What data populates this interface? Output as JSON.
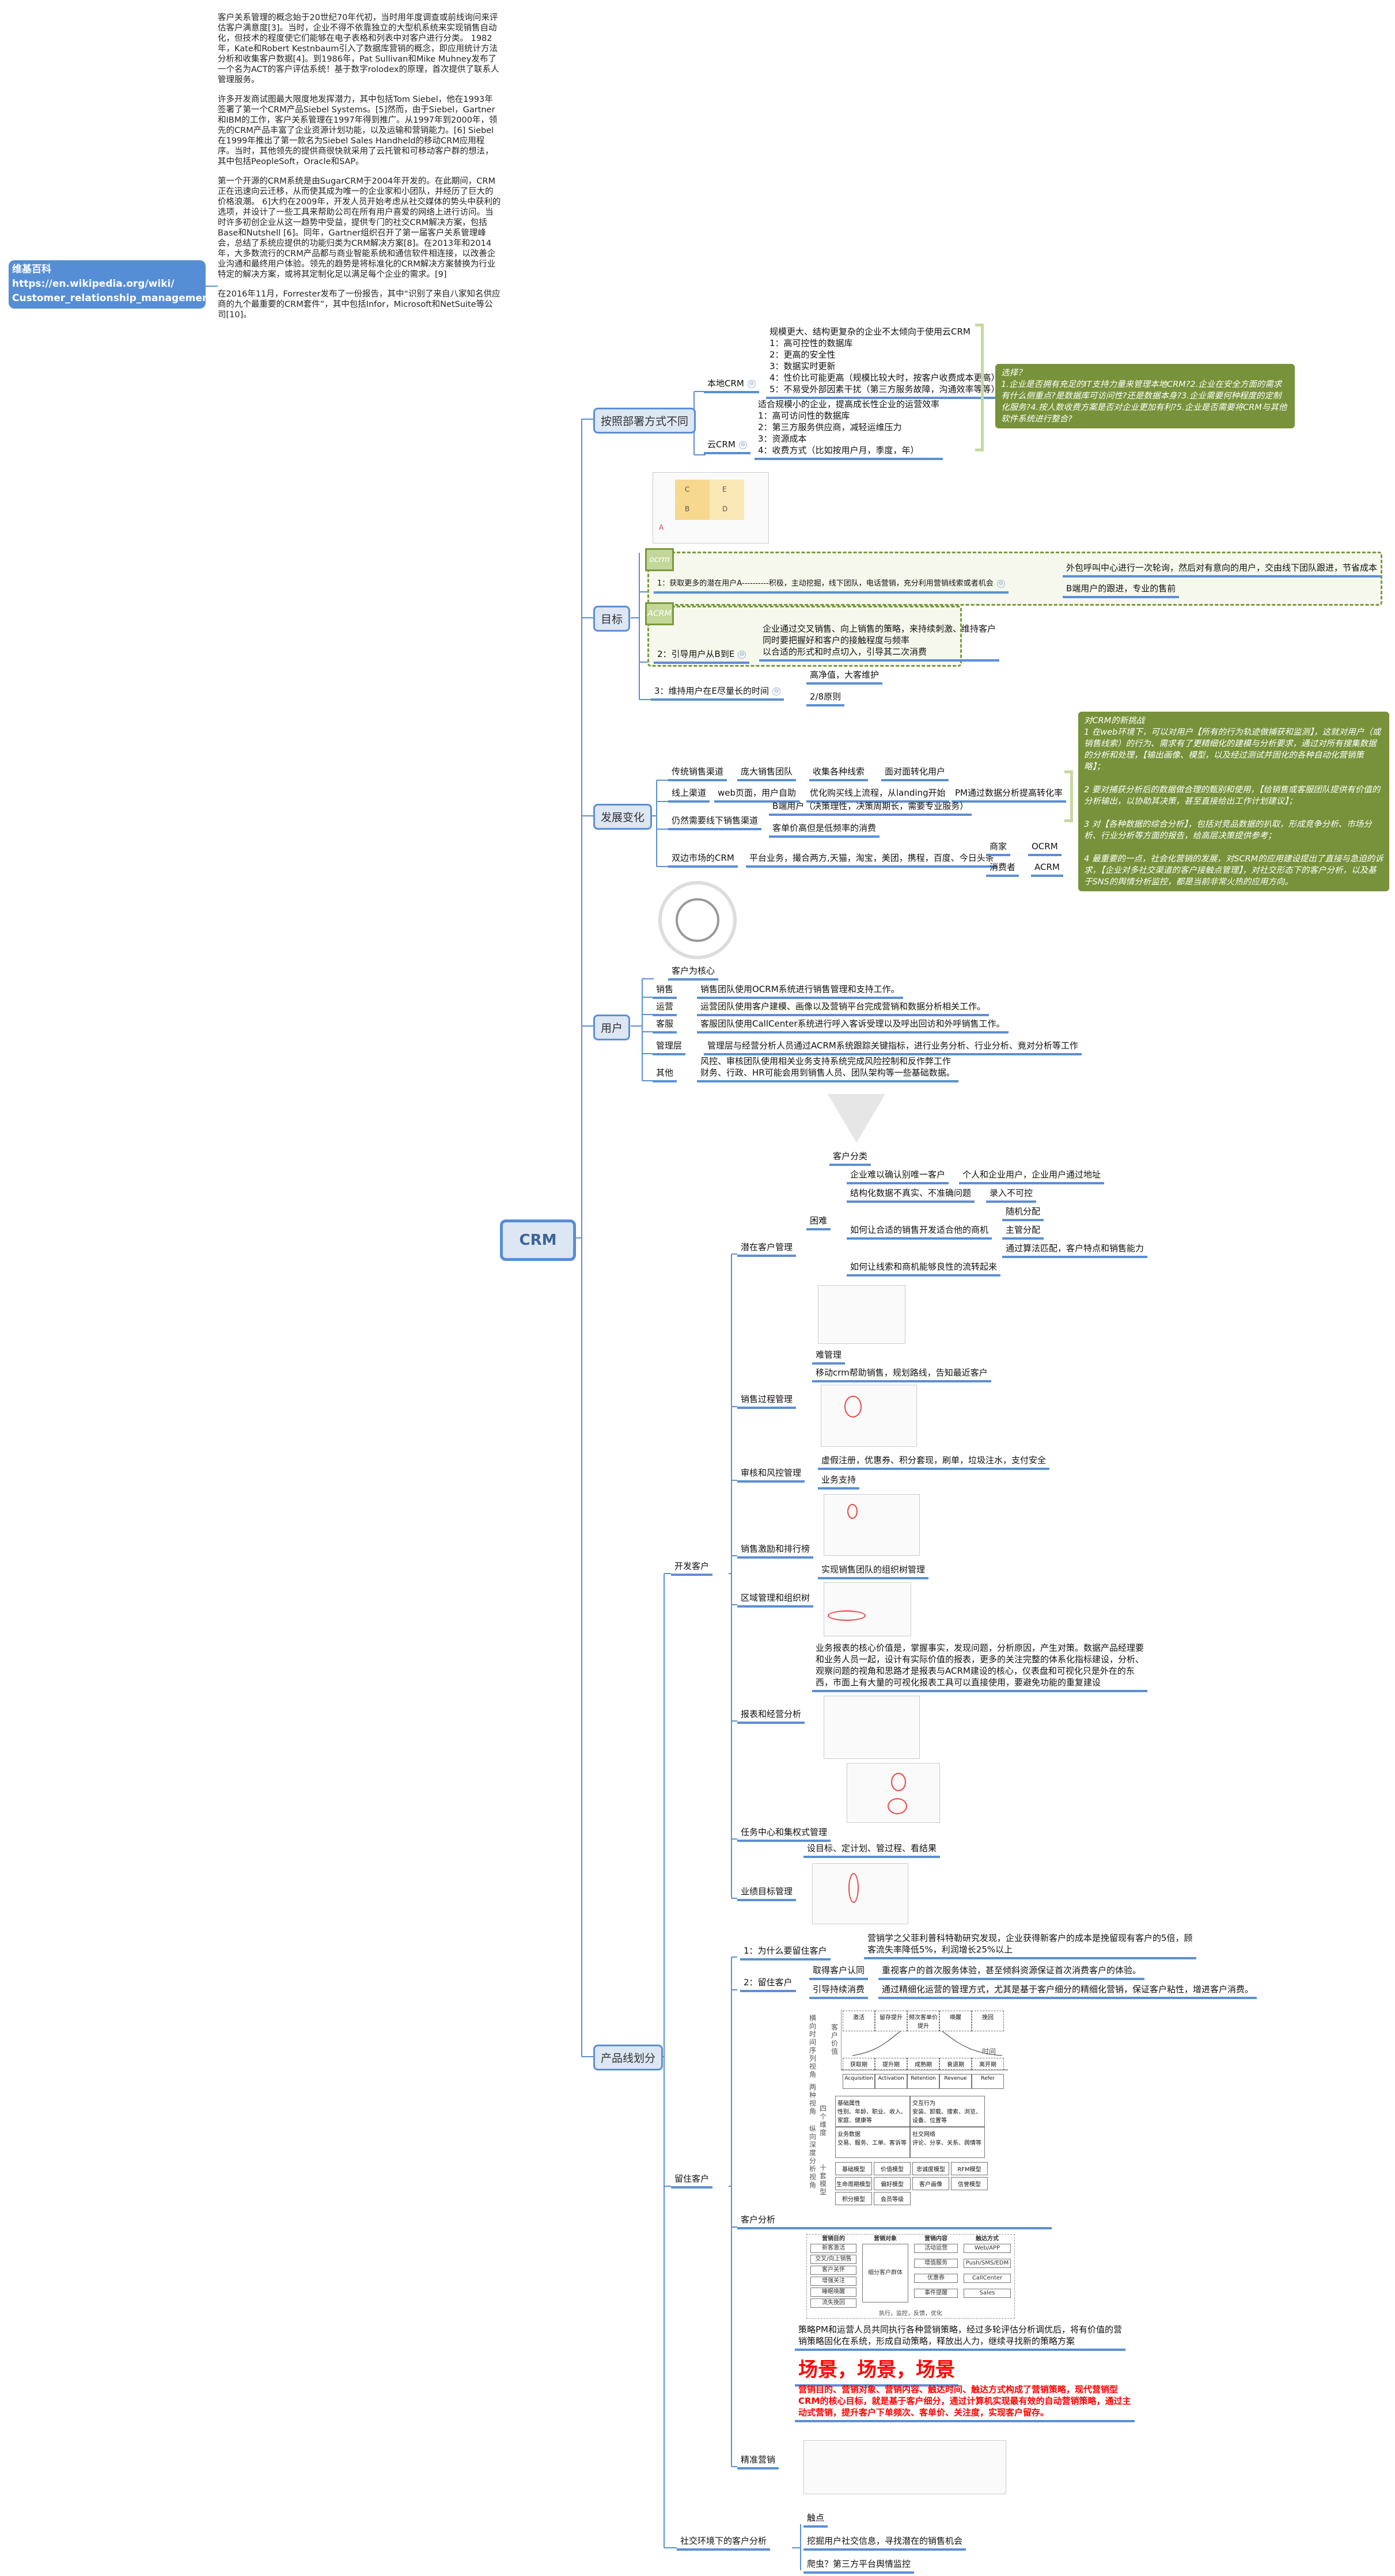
{
  "intro": {
    "p1": "客户关系管理的概念始于20世纪70年代初，当时用年度调查或前线询问来评估客户满意度[3]。当时，企业不得不依靠独立的大型机系统来实现销售自动化，但技术的程度使它们能够在电子表格和列表中对客户进行分类。 1982年，Kate和Robert Kestnbaum引入了数据库营销的概念，即应用统计方法分析和收集客户数据[4]。到1986年，Pat Sullivan和Mike Muhney发布了一个名为ACT的客户评估系统！基于数字rolodex的原理，首次提供了联系人管理服务。",
    "p2": "许多开发商试图最大限度地发挥潜力，其中包括Tom Siebel，他在1993年签署了第一个CRM产品Siebel Systems。[5]然而，由于Siebel，Gartner和IBM的工作，客户关系管理在1997年得到推广。从1997年到2000年，领先的CRM产品丰富了企业资源计划功能，以及运输和营销能力。[6] Siebel在1999年推出了第一款名为Siebel Sales Handheld的移动CRM应用程序。当时，其他领先的提供商很快就采用了云托管和可移动客户群的想法，其中包括PeopleSoft，Oracle和SAP。",
    "p3": "第一个开源的CRM系统是由SugarCRM于2004年开发的。在此期间，CRM正在迅速向云迁移，从而使其成为唯一的企业家和小团队，并经历了巨大的价格浪潮。 6]大约在2009年，开发人员开始考虑从社交媒体的势头中获利的选项，并设计了一些工具来帮助公司在所有用户喜爱的网络上进行访问。当时许多初创企业从这一趋势中受益，提供专门的社交CRM解决方案，包括Base和Nutshell [6]。同年，Gartner组织召开了第一届客户关系管理峰会，总结了系统应提供的功能归类为CRM解决方案[8]。在2013年和2014年，大多数流行的CRM产品都与商业智能系统和通信软件相连接，以改善企业沟通和最终用户体验。领先的趋势是将标准化的CRM解决方案替换为行业特定的解决方案，或将其定制化足以满足每个企业的需求。[9]",
    "p4": "在2016年11月，Forrester发布了一份报告，其中“识别了来自八家知名供应商的九个最重要的CRM套件”，其中包括Infor，Microsoft和NetSuite等公司[10]。"
  },
  "wiki": {
    "title": "维基百科",
    "url": "https://en.wikipedia.org/wiki/\nCustomer_relationship_management"
  },
  "root": "CRM",
  "collapse_glyph": "⊖",
  "deploy": {
    "title": "按照部署方式不同",
    "local": {
      "label": "本地CRM",
      "text": "规模更大、结构更复杂的企业不太倾向于使用云CRM\n1：高可控性的数据库\n2：更高的安全性\n3：数据实时更新\n4：性价比可能更高（规模比较大时，按客户收费成本更高）\n5：不易受外部因素干扰（第三方服务故障，沟通效率等等）"
    },
    "cloud": {
      "label": "云CRM",
      "text": "适合规模小的企业，提高成长性企业的运营效率\n1：高可访问性的数据库\n2：第三方服务供应商，减轻运维压力\n3：资源成本\n4：收费方式（比如按用户月，季度，年）"
    },
    "note": "选择？\n1.企业是否拥有充足的IT支持力量来管理本地CRM?2.企业在安全方面的需求有什么侧重点?是数据库可访问性?还是数据本身?3.企业需要何种程度的定制化服务?4.按人数收费方案是否对企业更加有利?5.企业是否需要将CRM与其他软件系统进行整合?",
    "diagram_letters": [
      "A",
      "B",
      "C",
      "D",
      "E"
    ]
  },
  "goal": {
    "title": "目标",
    "ocrm_tag": "ocrm",
    "acrm_tag": "ACRM",
    "g1": {
      "label": "1：获取更多的潜在用户A----------积极，主动挖掘，线下团队，电话营销，充分利用营销线索或者机会",
      "children": [
        "外包呼叫中心进行一次轮询，然后对有意向的用户，交由线下团队跟进，节省成本",
        "B端用户的跟进，专业的售前"
      ]
    },
    "g2": {
      "label": "2：引导用户从B到E",
      "text": "企业通过交叉销售、向上销售的策略，来持续刺激、维持客户\n同时要把握好和客户的接触程度与频率\n以合适的形式和时点切入，引导其二次消费"
    },
    "g3": {
      "label": "3：维持用户在E尽量长的时间",
      "children": [
        "高净值，大客维护",
        "2/8原则"
      ]
    }
  },
  "evolution": {
    "title": "发展变化",
    "traditional": [
      "传统销售渠道",
      "庞大销售团队",
      "收集各种线索",
      "面对面转化用户"
    ],
    "online": [
      "线上渠道",
      "web页面，用户自助",
      "优化购买线上流程，从landing开始",
      "PM通过数据分析提高转化率"
    ],
    "offline": {
      "label": "仍然需要线下销售渠道",
      "children": [
        "B端用户（决策理性，决策周期长，需要专业服务）",
        "客单价高但是低频率的消费"
      ]
    },
    "two_sided": {
      "label": "双边市场的CRM",
      "platform": "平台业务，撮合两方,天猫，淘宝，美团，携程，百度、今日头条",
      "merchant": "商家",
      "ocrm": "OCRM",
      "consumer": "消费者",
      "acrm": "ACRM"
    },
    "note": "对CRM的新挑战\n1 在web环境下，可以对用户【所有的行为轨迹做捕获和监测】，这就对用户（或销售线索）的行为、需求有了更精细化的建模与分析要求，通过对所有搜集数据的分析和处理，【输出画像、模型，以及经过测试并固化的各种自动化营销策略】；\n\n2 要对捕获分析后的数据做合理的甄别和使用，【给销售或客服团队提供有价值的分析输出，以协助其决策，甚至直接给出工作计划建议】；\n\n3 对【各种数据的综合分析】，包括对竞品数据的扒取，形成竞争分析、市场分析、行业分析等方面的报告，给高层决策提供参考；\n\n4 最重要的一点，社会化营销的发展，对SCRM的应用建设提出了直接与急迫的诉求，【企业对多社交渠道的客户接触点管理】，对社交形态下的客户分析，以及基于SNS的舆情分析监控，都是当前非常火热的应用方向。"
  },
  "users": {
    "title": "用户",
    "core": "客户为核心",
    "rows": [
      {
        "role": "销售",
        "text": "销售团队使用OCRM系统进行销售管理和支持工作。"
      },
      {
        "role": "运营",
        "text": "运营团队使用客户建模、画像以及营销平台完成营销和数据分析相关工作。"
      },
      {
        "role": "客服",
        "text": "客服团队使用CallCenter系统进行呼入客诉受理以及呼出回访和外呼销售工作。"
      },
      {
        "role": "管理层",
        "text": "管理层与经营分析人员通过ACRM系统跟踪关键指标，进行业务分析、行业分析、竟对分析等工作"
      },
      {
        "role": "其他",
        "text": "风控、审核团队使用相关业务支持系统完成风险控制和反作弊工作\n财务、行政、HR可能会用到销售人员、团队架构等一些基础数据。"
      }
    ]
  },
  "product_lines": {
    "title": "产品线划分",
    "develop": {
      "title": "开发客户",
      "potential": {
        "label": "潜在客户管理",
        "classify": "客户分类",
        "difficulty": "困难",
        "d1": "企业难以确认别唯一客户",
        "d1c": "个人和企业用户，企业用户通过地址",
        "d2": "结构化数据不真实、不准确问题",
        "d2c": "录入不可控",
        "d3": "如何让合适的销售开发适合他的商机",
        "d3c": [
          "随机分配",
          "主管分配",
          "通过算法匹配，客户特点和销售能力"
        ],
        "d4": "如何让线索和商机能够良性的流转起来"
      },
      "sales_process": {
        "label": "销售过程管理",
        "c1": "难管理",
        "c2": "移动crm帮助销售，规划路线，告知最近客户"
      },
      "audit": {
        "label": "审核和风控管理",
        "c1": "虚假注册，优惠券、积分套现，刷单，垃圾注水，支付安全",
        "c2": "业务支持"
      },
      "incentive": {
        "label": "销售激励和排行榜"
      },
      "region": {
        "label": "区域管理和组织树",
        "c1": "实现销售团队的组织树管理"
      },
      "report": {
        "label": "报表和经营分析",
        "text": "业务报表的核心价值是，掌握事实，发现问题，分析原因，产生对策。数据产品经理要\n和业务人员一起，设计有实际价值的报表，更多的关注完整的体系化指标建设，分析、\n观察问题的视角和思路才是报表与ACRM建设的核心，仪表盘和可视化只是外在的东\n西，市面上有大量的可视化报表工具可以直接使用，要避免功能的重复建设"
      },
      "task": {
        "label": "任务中心和集权式管理"
      },
      "target": {
        "label": "业绩目标管理",
        "c1": "设目标、定计划、管过程、看结果"
      }
    },
    "retain": {
      "title": "留住客户",
      "why": {
        "label": "1：为什么要留住客户",
        "text": "营销学之父菲利普科特勒研究发现，企业获得新客户的成本是挽留现有客户的5倍，顾\n客流失率降低5%，利润增长25%以上"
      },
      "how": {
        "label": "2：留住客户",
        "c1": "取得客户认同",
        "c1t": "重视客户的首次服务体验，甚至倾斜资源保证首次消费客户的体验。",
        "c2": "引导持续消费",
        "c2t": "通过精细化运营的管理方式，尤其是基于客户细分的精细化营销，保证客户粘性，增进客户消费。"
      },
      "analysis": {
        "label": "客户分析",
        "stages_top": [
          "激活",
          "留存提升",
          "频次客单价提升",
          "唤醒",
          "挽回"
        ],
        "stages_bottom": [
          "获取期",
          "提升期",
          "成熟期",
          "衰退期",
          "离开期"
        ],
        "aarrr": [
          "Acquisition",
          "Activation",
          "Retention",
          "Revenue",
          "Refer"
        ],
        "y_axis": "客户价值",
        "x_axis": "时间",
        "side_time": "横向时间序列视角",
        "side_two": "两种视角",
        "side_depth": "纵向深度分析视角",
        "four_dims": "四个维度",
        "ten_models": "十套模型",
        "dims": [
          "基础属性\n性别、年龄、职业、收入、家庭、健康等",
          "交互行为\n安装、卸载、搜索、浏览、设备、位置等",
          "业务数据\n交易、服务、工单、客诉等",
          "社交网络\n评论、分享、关系、舆情等"
        ],
        "models": [
          "基础模型",
          "价值模型",
          "忠诚度模型",
          "RFM模型",
          "生命周期模型",
          "偏好模型",
          "客户画像",
          "信誉模型",
          "积分模型",
          "会员等级"
        ]
      },
      "marketing": {
        "label": "精准营销",
        "diagram_heads": [
          "营销目的",
          "营销对象",
          "营销内容",
          "触达方式"
        ],
        "purposes": [
          "新客激活",
          "交叉/向上销售",
          "客户关怀",
          "增强关注",
          "睡眠唤醒",
          "流失挽回"
        ],
        "target": "细分客户群体",
        "contents": [
          "活动运营",
          "增值服务",
          "优惠券",
          "事件提醒"
        ],
        "channels": [
          "Web/APP",
          "Push/SMS/EDM",
          "CallCenter",
          "Sales"
        ],
        "loop": "执行，监控，反馈，优化",
        "text": "策略PM和运营人员共同执行各种营销策略，经过多轮评估分析调优后，将有价值的营\n销策略固化在系统，形成自动策略，释放出人力，继续寻找新的策略方案",
        "scene": "场景，场景，场景",
        "red_text": "营销目的、营销对象、营销内容、触达时间、触达方式构成了营销策略，现代营销型\nCRM的核心目标，就是基于客户细分，通过计算机实现最有效的自动营销策略，通过主\n动式营销，提升客户下单频次、客单价、关注度，实现客户留存。"
      }
    },
    "social": {
      "title": "社交环境下的客户分析",
      "children": [
        "触点",
        "挖掘用户社交信息，寻找潜在的销售机会",
        "爬虫？第三方平台舆情监控"
      ]
    }
  },
  "colors": {
    "branch": "#5b8fd4",
    "note_green": "#77923a",
    "topic_fill": "#dde6f3",
    "wiki_blue": "#568ed6",
    "emphasis_red": "#ff0000"
  }
}
